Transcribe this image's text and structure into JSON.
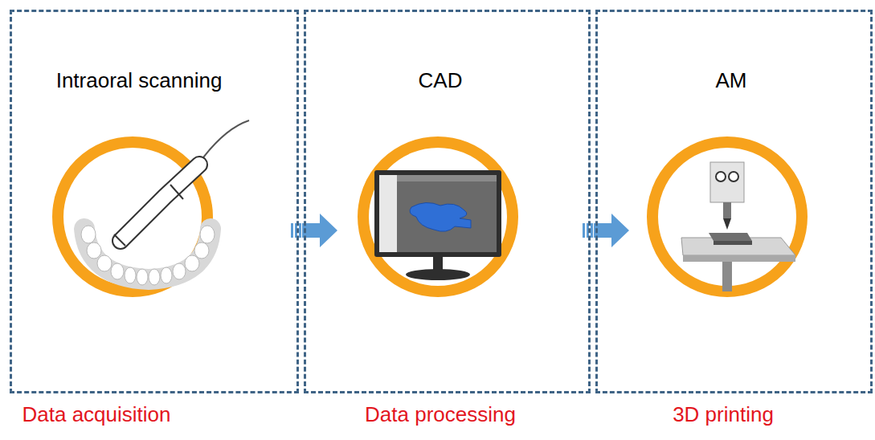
{
  "diagram": {
    "nodes": [
      {
        "text": [
          "Intraoral scanning",
          "Data acquisition"
        ]
      },
      {
        "text": [
          "CAD",
          "Data processing"
        ]
      },
      {
        "text": [
          "AM",
          "3D printing"
        ]
      }
    ],
    "edges": [
      {
        "from": 0,
        "to": 1,
        "arrow": "to"
      },
      {
        "from": 1,
        "to": 2,
        "arrow": "to"
      }
    ]
  }
}
